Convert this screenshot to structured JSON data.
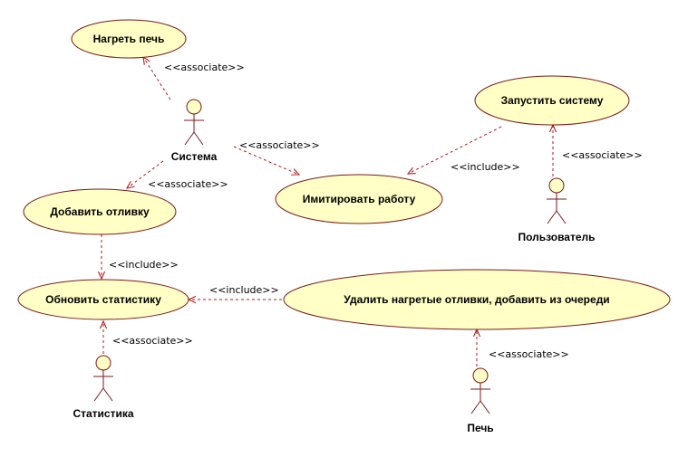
{
  "colors": {
    "usecase_fill": "#ffffc6",
    "outline": "#7a1a1a",
    "connector": "#b01818"
  },
  "use_cases": [
    {
      "id": "heat",
      "label": "Нагреть печь"
    },
    {
      "id": "start",
      "label": "Запустить систему"
    },
    {
      "id": "add",
      "label": "Добавить отливку"
    },
    {
      "id": "simulate",
      "label": "Имитировать работу"
    },
    {
      "id": "update",
      "label": "Обновить статистику"
    },
    {
      "id": "remove",
      "label": "Удалить нагретые отливки, добавить из очереди"
    }
  ],
  "actors": [
    {
      "id": "system",
      "label": "Система",
      "icon": "stick-figure-icon"
    },
    {
      "id": "user",
      "label": "Пользователь",
      "icon": "stick-figure-icon"
    },
    {
      "id": "stats",
      "label": "Статистика",
      "icon": "stick-figure-icon"
    },
    {
      "id": "oven",
      "label": "Печь",
      "icon": "stick-figure-icon"
    }
  ],
  "relations": [
    {
      "from": "system",
      "to": "heat",
      "stereotype": "<<associate>>"
    },
    {
      "from": "system",
      "to": "simulate",
      "stereotype": "<<associate>>"
    },
    {
      "from": "system",
      "to": "add",
      "stereotype": "<<associate>>"
    },
    {
      "from": "start",
      "to": "simulate",
      "stereotype": "<<include>>"
    },
    {
      "from": "user",
      "to": "start",
      "stereotype": "<<associate>>"
    },
    {
      "from": "add",
      "to": "update",
      "stereotype": "<<include>>"
    },
    {
      "from": "remove",
      "to": "update",
      "stereotype": "<<include>>"
    },
    {
      "from": "stats",
      "to": "update",
      "stereotype": "<<associate>>"
    },
    {
      "from": "oven",
      "to": "remove",
      "stereotype": "<<associate>>"
    }
  ]
}
